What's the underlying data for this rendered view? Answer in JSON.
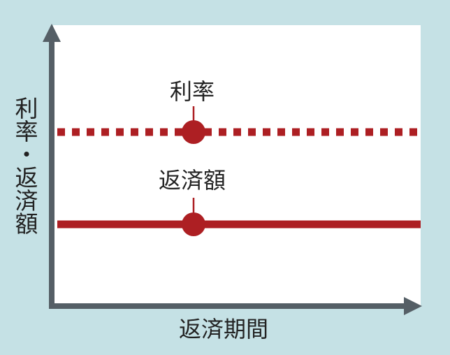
{
  "diagram": {
    "y_axis_label": "利率・返済額",
    "x_axis_label": "返済期間",
    "lines": [
      {
        "name": "利率",
        "style": "dotted"
      },
      {
        "name": "返済額",
        "style": "solid"
      }
    ]
  },
  "colors": {
    "background": "#c5e1e5",
    "plot": "#ffffff",
    "axis": "#555f66",
    "line": "#ad1f23"
  }
}
